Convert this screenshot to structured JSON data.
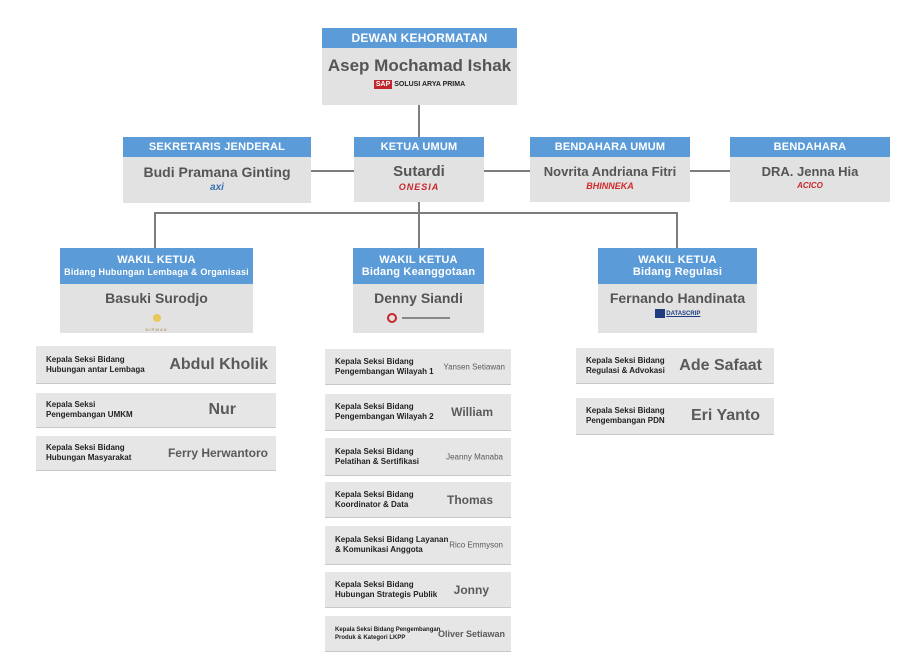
{
  "dewan": {
    "title": "DEWAN KEHORMATAN",
    "name": "Asep Mochamad Ishak",
    "logo": "SOLUSI ARYA PRIMA",
    "logo_mark": "SAP"
  },
  "sekjen": {
    "title": "SEKRETARIS JENDERAL",
    "name": "Budi Pramana Ginting",
    "logo": "axi"
  },
  "ketua": {
    "title": "KETUA UMUM",
    "name": "Sutardi",
    "logo": "ONESIA"
  },
  "bendum": {
    "title": "BENDAHARA UMUM",
    "name": "Novrita Andriana Fitri",
    "logo": "BHINNEKA"
  },
  "bendahara": {
    "title": "BENDAHARA",
    "name": "DRA. Jenna Hia",
    "logo": "ACICO"
  },
  "wakil1": {
    "title": "WAKIL KETUA",
    "subtitle": "Bidang Hubungan Lembaga & Organisasi",
    "name": "Basuki Surodjo",
    "logo": "NIRWAN"
  },
  "wakil2": {
    "title": "WAKIL KETUA",
    "subtitle": "Bidang Keanggotaan",
    "name": "Denny Siandi"
  },
  "wakil3": {
    "title": "WAKIL KETUA",
    "subtitle": "Bidang Regulasi",
    "name": "Fernando Handinata",
    "logo": "DATASCRIP"
  },
  "col1": [
    {
      "role": "Kepala Seksi Bidang\nHubungan antar Lembaga",
      "name": "Abdul Kholik"
    },
    {
      "role": "Kepala Seksi\nPengembangan UMKM",
      "name": "Nur"
    },
    {
      "role": "Kepala Seksi Bidang\nHubungan Masyarakat",
      "name": "Ferry Herwantoro"
    }
  ],
  "col2": [
    {
      "role": "Kepala Seksi Bidang\nPengembangan Wilayah 1",
      "name": "Yansen Setiawan"
    },
    {
      "role": "Kepala Seksi Bidang\nPengembangan Wilayah 2",
      "name": "William"
    },
    {
      "role": "Kepala Seksi Bidang\nPelatihan & Sertifikasi",
      "name": "Jeanny Manaba"
    },
    {
      "role": "Kepala Seksi Bidang\nKoordinator & Data",
      "name": "Thomas"
    },
    {
      "role": "Kepala Seksi Bidang Layanan\n& Komunikasi Anggota",
      "name": "Rico Emmyson"
    },
    {
      "role": "Kepala Seksi Bidang\nHubungan Strategis Publik",
      "name": "Jonny"
    },
    {
      "role": "Kepala Seksi Bidang Pengembangan\nProduk & Kategori LKPP",
      "name": "Oliver Setiawan"
    }
  ],
  "col3": [
    {
      "role": "Kepala Seksi Bidang\nRegulasi & Advokasi",
      "name": "Ade Safaat"
    },
    {
      "role": "Kepala Seksi Bidang\nPengembangan PDN",
      "name": "Eri Yanto"
    }
  ],
  "colors": {
    "header": "#5b9bd8",
    "box": "#e2e2e2",
    "line": "#7d7d7d"
  }
}
